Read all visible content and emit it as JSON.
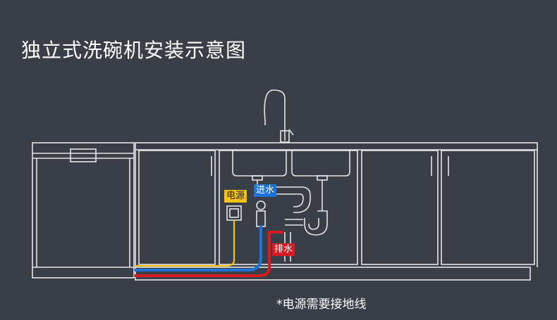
{
  "title": "独立式洗碗机安装示意图",
  "labels": {
    "power": "电源",
    "water_in": "进水",
    "drain": "排水"
  },
  "footnote": "*电源需要接地线",
  "colors": {
    "background": "#3a3e46",
    "outline": "#e6e6e6",
    "power_line": "#f2c21b",
    "water_in_line": "#1e73d6",
    "drain_line": "#d81b22"
  }
}
